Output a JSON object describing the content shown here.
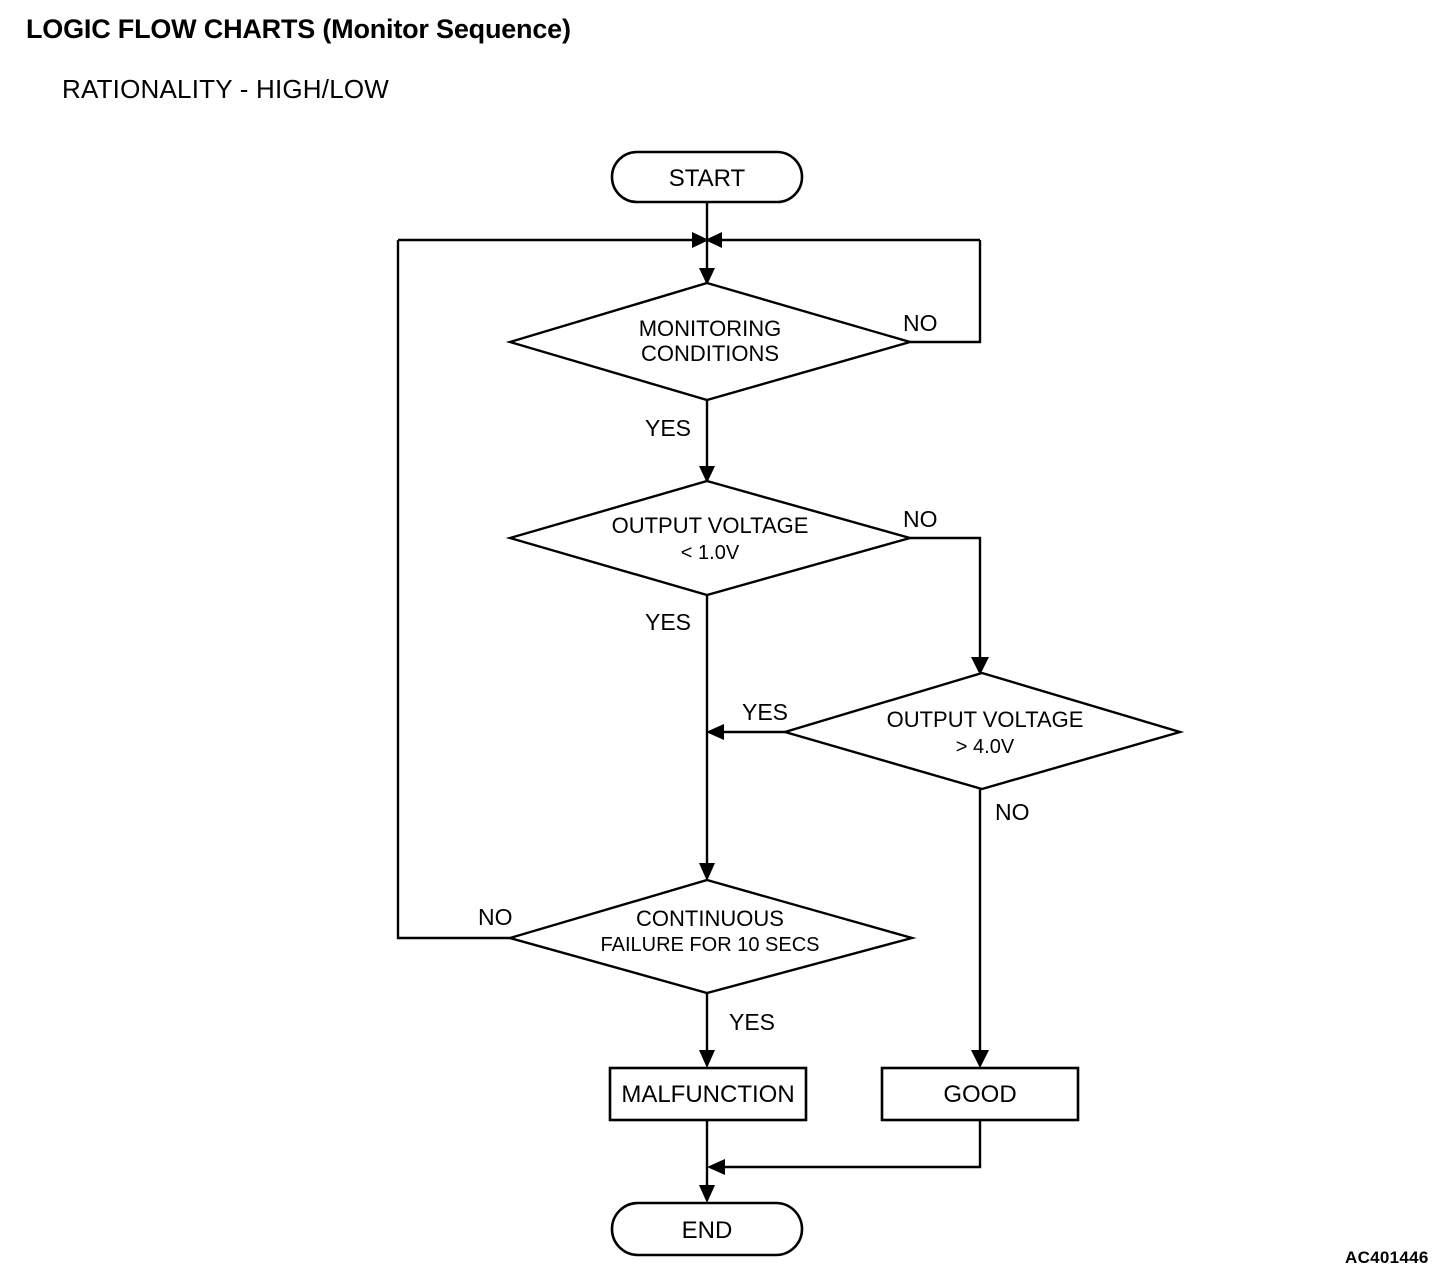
{
  "header": {
    "title": "LOGIC FLOW CHARTS (Monitor Sequence)",
    "subtitle": "RATIONALITY - HIGH/LOW"
  },
  "footer": {
    "reference_code": "AC401446"
  },
  "chart_data": {
    "type": "diagram",
    "title": "LOGIC FLOW CHARTS (Monitor Sequence)",
    "subtitle": "RATIONALITY - HIGH/LOW",
    "nodes": [
      {
        "id": "start",
        "shape": "terminal",
        "label": "START"
      },
      {
        "id": "monitoring",
        "shape": "decision",
        "label_line1": "MONITORING",
        "label_line2": "CONDITIONS"
      },
      {
        "id": "voltage_low",
        "shape": "decision",
        "label_line1": "OUTPUT VOLTAGE",
        "label_line2": "< 1.0V"
      },
      {
        "id": "voltage_high",
        "shape": "decision",
        "label_line1": "OUTPUT VOLTAGE",
        "label_line2": "> 4.0V"
      },
      {
        "id": "continuous_failure",
        "shape": "decision",
        "label_line1": "CONTINUOUS",
        "label_line2": "FAILURE FOR 10 SECS"
      },
      {
        "id": "malfunction",
        "shape": "process",
        "label": "MALFUNCTION"
      },
      {
        "id": "good",
        "shape": "process",
        "label": "GOOD"
      },
      {
        "id": "end",
        "shape": "terminal",
        "label": "END"
      }
    ],
    "edges": [
      {
        "from": "start",
        "to": "monitoring",
        "label": ""
      },
      {
        "from": "monitoring",
        "to": "voltage_low",
        "label": "YES"
      },
      {
        "from": "monitoring",
        "to": "monitoring",
        "label": "NO"
      },
      {
        "from": "voltage_low",
        "to": "continuous_failure",
        "label": "YES"
      },
      {
        "from": "voltage_low",
        "to": "voltage_high",
        "label": "NO"
      },
      {
        "from": "voltage_high",
        "to": "continuous_failure",
        "label": "YES"
      },
      {
        "from": "voltage_high",
        "to": "good",
        "label": "NO"
      },
      {
        "from": "continuous_failure",
        "to": "malfunction",
        "label": "YES"
      },
      {
        "from": "continuous_failure",
        "to": "monitoring",
        "label": "NO"
      },
      {
        "from": "malfunction",
        "to": "end",
        "label": ""
      },
      {
        "from": "good",
        "to": "end",
        "label": ""
      }
    ],
    "edge_labels": {
      "monitoring_yes": "YES",
      "monitoring_no": "NO",
      "voltage_low_yes": "YES",
      "voltage_low_no": "NO",
      "voltage_high_yes": "YES",
      "voltage_high_no": "NO",
      "continuous_failure_yes": "YES",
      "continuous_failure_no": "NO"
    },
    "colors": {
      "stroke": "#000000",
      "fill": "#ffffff",
      "text": "#000000"
    }
  }
}
